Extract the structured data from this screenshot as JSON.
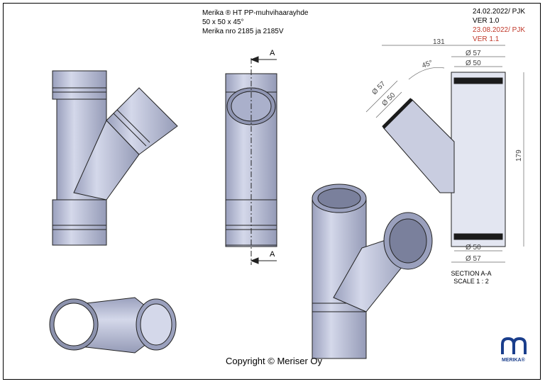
{
  "title_block": {
    "line1": "Merika ® HT PP-muhvihaarayhde",
    "line2": "50 x 50 x 45°",
    "line3": "Merika nro  2185 ja 2185V"
  },
  "revisions": [
    {
      "date": "24.02.2022/ PJK",
      "version": "VER 1.0",
      "color": "#000000"
    },
    {
      "date": "23.08.2022/ PJK",
      "version": "VER 1.1",
      "color": "#c0392b"
    }
  ],
  "section": {
    "line1": "SECTION A-A",
    "line2": "SCALE 1 : 2",
    "marker": "A"
  },
  "dimensions": {
    "length": "131",
    "angle": "45°",
    "outer_diameter": "Ø 57",
    "inner_diameter": "Ø 50",
    "height": "179"
  },
  "copyright": "Copyright © Meriser Oy",
  "logo": {
    "word": "MERIKA®"
  },
  "colors": {
    "pipe": "#b9bfd8",
    "pipe_dark": "#8c92ad",
    "seal": "#1b1b1b",
    "accent_red": "#c0392b",
    "brand_blue": "#1a3e8c"
  }
}
